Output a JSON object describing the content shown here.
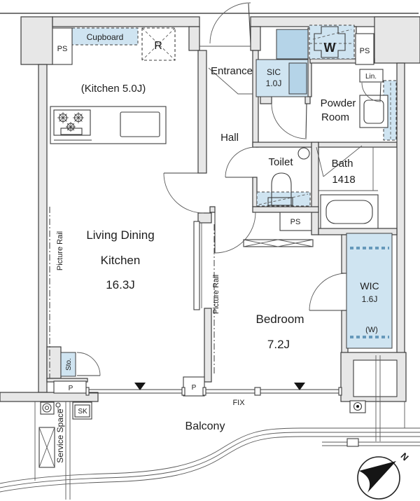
{
  "colors": {
    "wall_fill": "#e7e7e7",
    "line": "#3d3d3d",
    "accent_blue": "#cfe4f1",
    "accent_blue_dark": "#b5d4e8",
    "marker_black": "#151515"
  },
  "rooms": {
    "kitchen": {
      "label": "(Kitchen 5.0J)"
    },
    "ldk": {
      "name_line1": "Living Dining",
      "name_line2": "Kitchen",
      "area": "16.3J"
    },
    "bedroom": {
      "name": "Bedroom",
      "area": "7.2J"
    },
    "entrance": {
      "name": "Entrance"
    },
    "hall": {
      "name": "Hall"
    },
    "toilet": {
      "name": "Toilet"
    },
    "bath": {
      "name": "Bath",
      "size": "1418"
    },
    "powder_room": {
      "name_line1": "Powder",
      "name_line2": "Room"
    },
    "sic": {
      "name": "SIC",
      "area": "1.0J"
    },
    "wic": {
      "name": "WIC",
      "area": "1.6J",
      "note": "(W)"
    },
    "balcony": {
      "name": "Balcony"
    },
    "service_space": {
      "name": "Service Space"
    }
  },
  "labels": {
    "cupboard": "Cupboard",
    "refrigerator": "R",
    "washer": "W",
    "linen": "Lin.",
    "storage": "Sto.",
    "ps": "PS",
    "pillar": "P",
    "fix": "FIX",
    "sk": "SK",
    "picture_rail": "Picture Rail",
    "north": "N"
  }
}
